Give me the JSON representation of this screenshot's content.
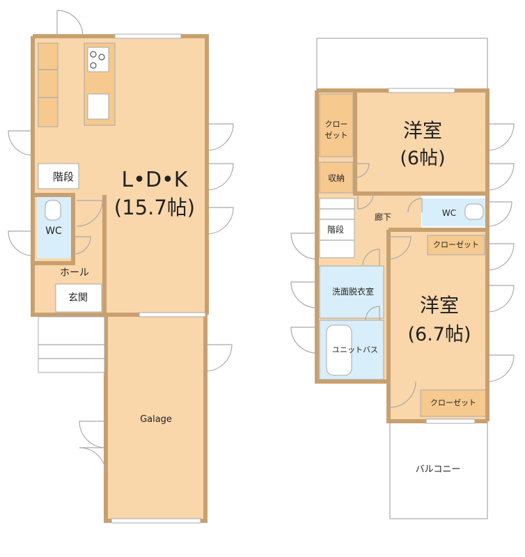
{
  "colors": {
    "room_fill": "#f9d7ab",
    "wall": "#c8a070",
    "wet_fill": "#d8eefa",
    "closet_fill": "#f6c98e",
    "outline": "#a8a8a8",
    "text": "#222222"
  },
  "floor1": {
    "ldk_name": "L•D•K",
    "ldk_size": "(15.7帖)",
    "stairs": "階段",
    "wc": "WC",
    "hall": "ホール",
    "entrance": "玄関",
    "garage": "Galage"
  },
  "floor2": {
    "bedroom1_name": "洋室",
    "bedroom1_size": "(6帖)",
    "closet1_line1": "クロー",
    "closet1_line2": "ゼット",
    "storage": "収納",
    "corridor": "廊下",
    "wc": "WC",
    "stairs": "階段",
    "closet2": "クローゼット",
    "washroom": "洗面脱衣室",
    "bedroom2_name": "洋室",
    "bedroom2_size": "(6.7帖)",
    "unit_bath": "ユニットバス",
    "closet3": "クローゼット",
    "balcony": "バルコニー"
  }
}
